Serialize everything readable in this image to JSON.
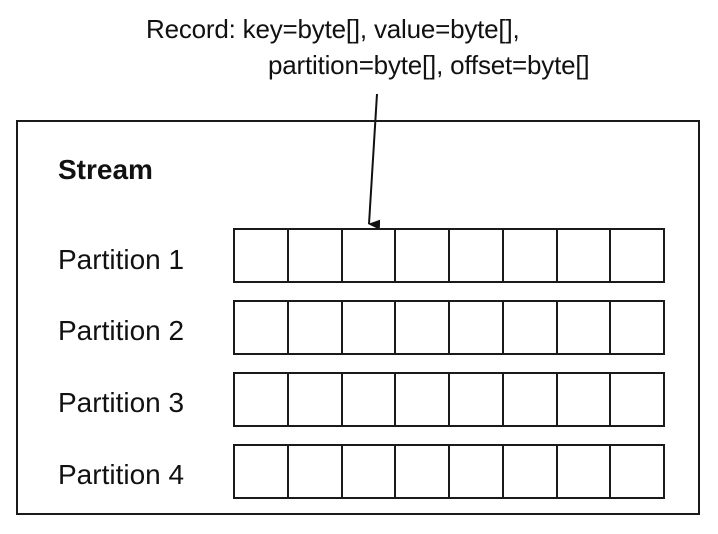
{
  "annotation": {
    "line1": "Record: key=byte[], value=byte[],",
    "line2": "partition=byte[], offset=byte[]"
  },
  "stream": {
    "title": "Stream",
    "partitions": [
      {
        "label": "Partition 1",
        "cells": 8
      },
      {
        "label": "Partition 2",
        "cells": 8
      },
      {
        "label": "Partition 3",
        "cells": 8
      },
      {
        "label": "Partition 4",
        "cells": 8
      }
    ]
  }
}
